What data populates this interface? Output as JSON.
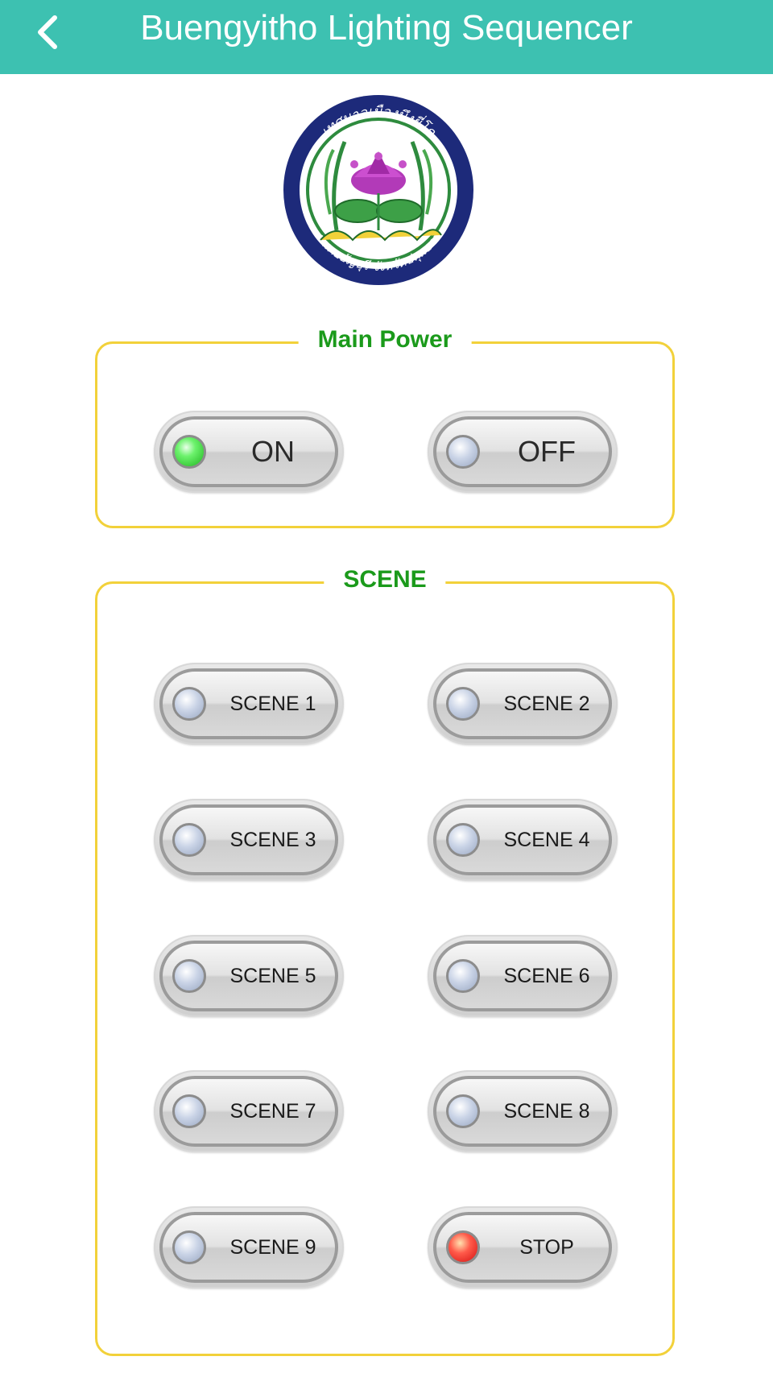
{
  "header": {
    "title": "Buengyitho Lighting Sequencer",
    "background": "#3dc1b1",
    "back_icon": "chevron-left-icon"
  },
  "logo": {
    "top_text": "เทศบาลเมืองบึงยี่โถ",
    "bottom_text": "อำเภอธัญบุรี จังหวัดปทุมธานี"
  },
  "main_power": {
    "title": "Main Power",
    "on": {
      "label": "ON",
      "led": "green"
    },
    "off": {
      "label": "OFF",
      "led": "off"
    }
  },
  "scene": {
    "title": "SCENE",
    "buttons": [
      {
        "label": "SCENE 1",
        "led": "off"
      },
      {
        "label": "SCENE 2",
        "led": "off"
      },
      {
        "label": "SCENE 3",
        "led": "off"
      },
      {
        "label": "SCENE 4",
        "led": "off"
      },
      {
        "label": "SCENE 5",
        "led": "off"
      },
      {
        "label": "SCENE 6",
        "led": "off"
      },
      {
        "label": "SCENE 7",
        "led": "off"
      },
      {
        "label": "SCENE 8",
        "led": "off"
      },
      {
        "label": "SCENE 9",
        "led": "off"
      },
      {
        "label": "STOP",
        "led": "red"
      }
    ]
  },
  "colors": {
    "accent_border": "#f2d13a",
    "section_title": "#1b9a1b"
  }
}
